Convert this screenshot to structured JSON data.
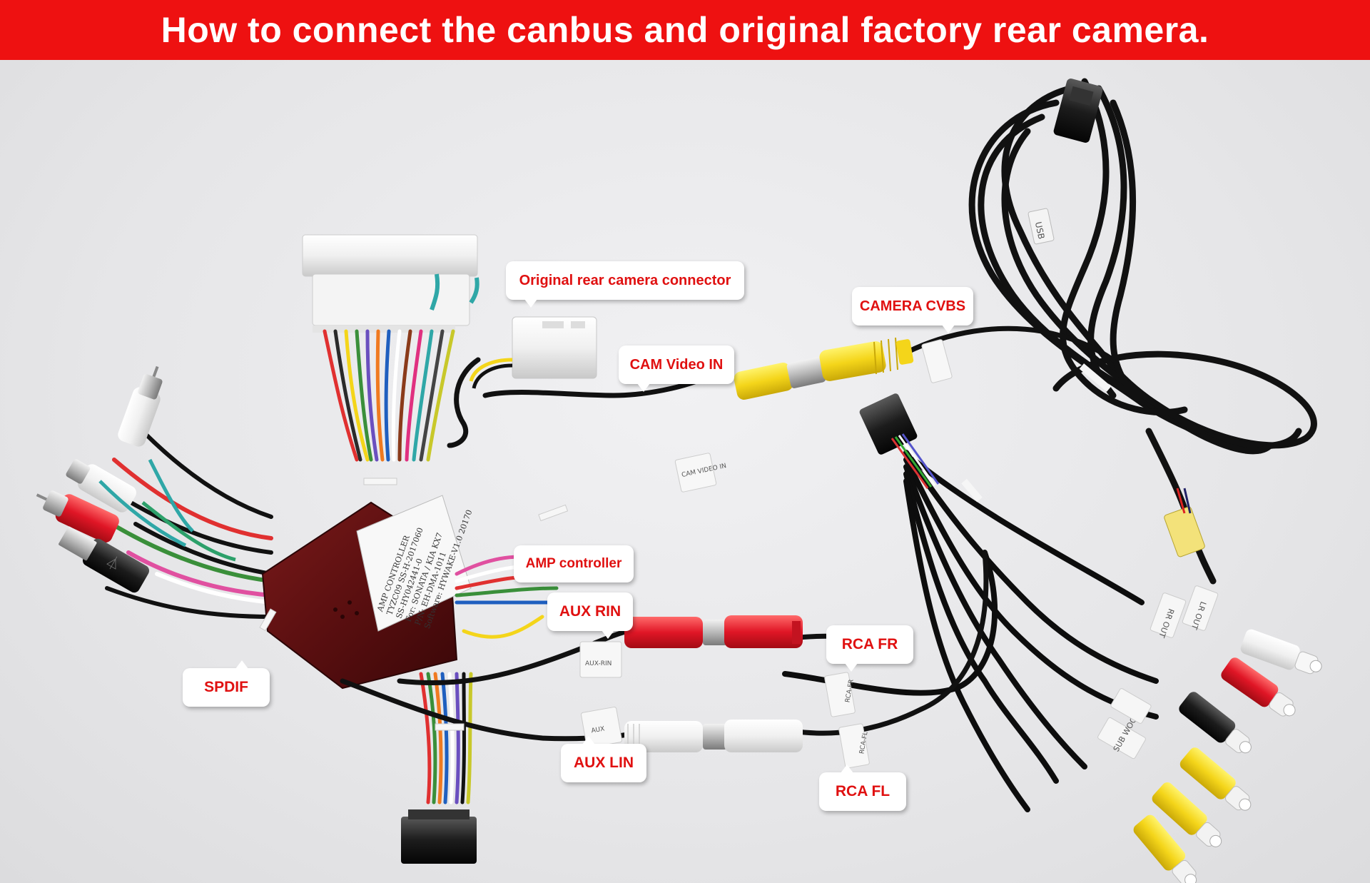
{
  "title": "How to connect the canbus and original factory rear camera.",
  "colors": {
    "banner": "#ee1111",
    "callout_text": "#e01010",
    "background": "#e9e9eb"
  },
  "callouts": {
    "original_rear_camera_connector": "Original rear camera connector",
    "camera_cvbs": "CAMERA CVBS",
    "cam_video_in": "CAM Video IN",
    "amp_controller": "AMP controller",
    "aux_rin": "AUX RIN",
    "rca_fr": "RCA FR",
    "spdif": "SPDIF",
    "aux_lin": "AUX LIN",
    "rca_fl": "RCA FL"
  },
  "module_label": {
    "line1": "AMP CONTROLLER",
    "line2": "TYZC09 SS-H-2017060",
    "line3": "SS-HY042441-0",
    "line4": "For: SONATA / KIA KX7",
    "line5": "P/N: EH-DMA-1011",
    "line6": "Software: HYWAKE-V1.0 20170"
  },
  "wire_tags": {
    "cam_video_in": "CAM VIDEO IN",
    "aux_rin": "AUX-RIN",
    "aux_lin": "AUX",
    "rca_fr": "RCA-FR",
    "rca_fl": "RCA-FL",
    "lr_out": "LR OUT",
    "rr_out": "RR OUT",
    "sub_woof": "SUB WOOF",
    "usb": "USB"
  }
}
